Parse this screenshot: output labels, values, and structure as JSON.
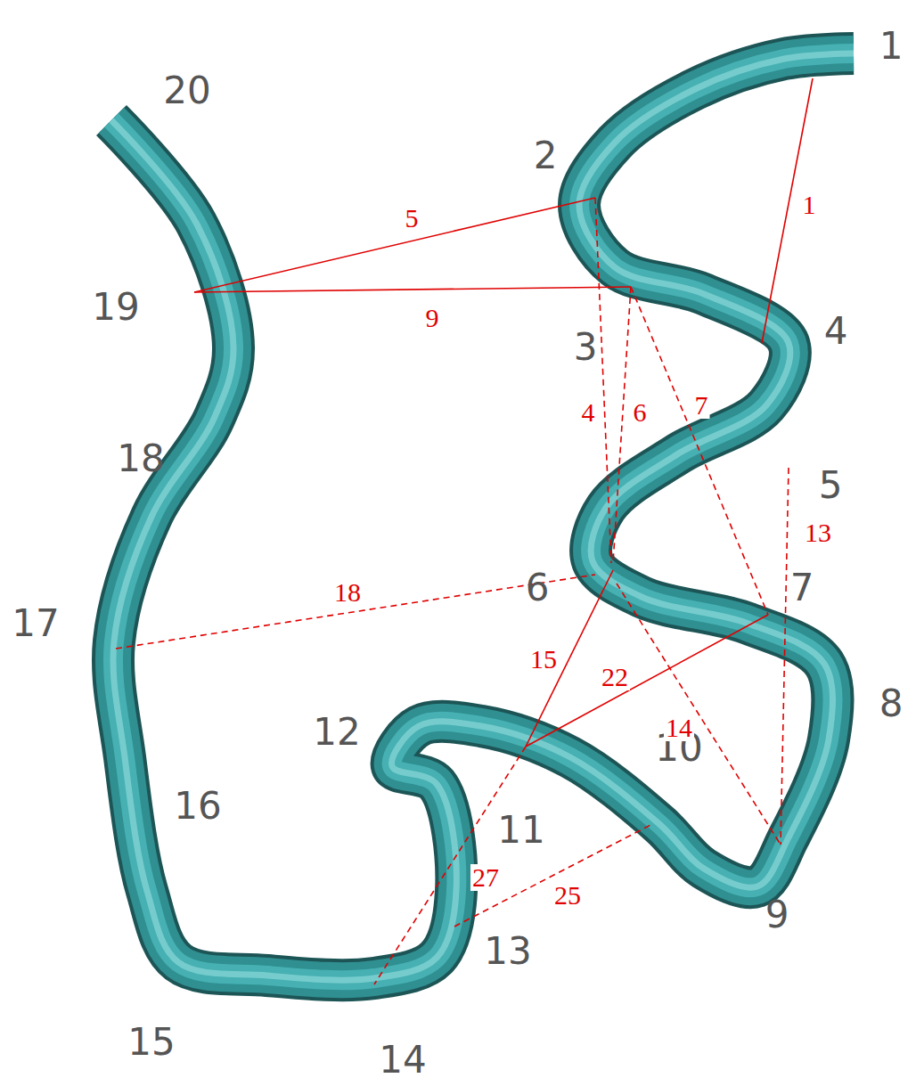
{
  "diagram": {
    "labels": [
      "1",
      "2",
      "3",
      "4",
      "5",
      "6",
      "7",
      "8",
      "9",
      "10",
      "11",
      "12",
      "13",
      "14",
      "15",
      "16",
      "17",
      "18",
      "19",
      "20",
      "1",
      "5",
      "9",
      "4",
      "6",
      "7",
      "13",
      "18",
      "15",
      "22",
      "14",
      "27",
      "25"
    ]
  }
}
